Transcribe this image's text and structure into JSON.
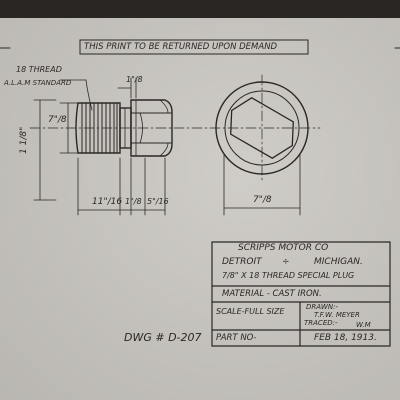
{
  "header_notice": "THIS PRINT TO BE RETURNED UPON DEMAND",
  "thread_note": {
    "line1": "18 THREAD",
    "line2": "A.L.A.M STANDARD"
  },
  "dims": {
    "head_height": "7\"/8",
    "thread_dia": "1 1/8\"",
    "head_flat_top": "1\"/8",
    "thread_length": "11\"/16",
    "collar": "1\"/8",
    "head_len": "5\"/16",
    "across_flats": "7\"/8"
  },
  "title_block": {
    "company": "SCRIPPS MOTOR CO",
    "city": "DETROIT",
    "state": "MICHIGAN.",
    "part_desc": "7/8\" x 18 THREAD SPECIAL PLUG",
    "material": "MATERIAL - CAST IRON.",
    "scale": "SCALE-FULL SIZE",
    "drawn_label": "DRAWN:-",
    "drawn_by": "T.F.W. MEYER",
    "traced_label": "TRACED:-",
    "traced_by": "W.M",
    "part_no_label": "PART NO-",
    "date": "FEB 18, 1913."
  },
  "drawing_number": "DWG # D-207"
}
